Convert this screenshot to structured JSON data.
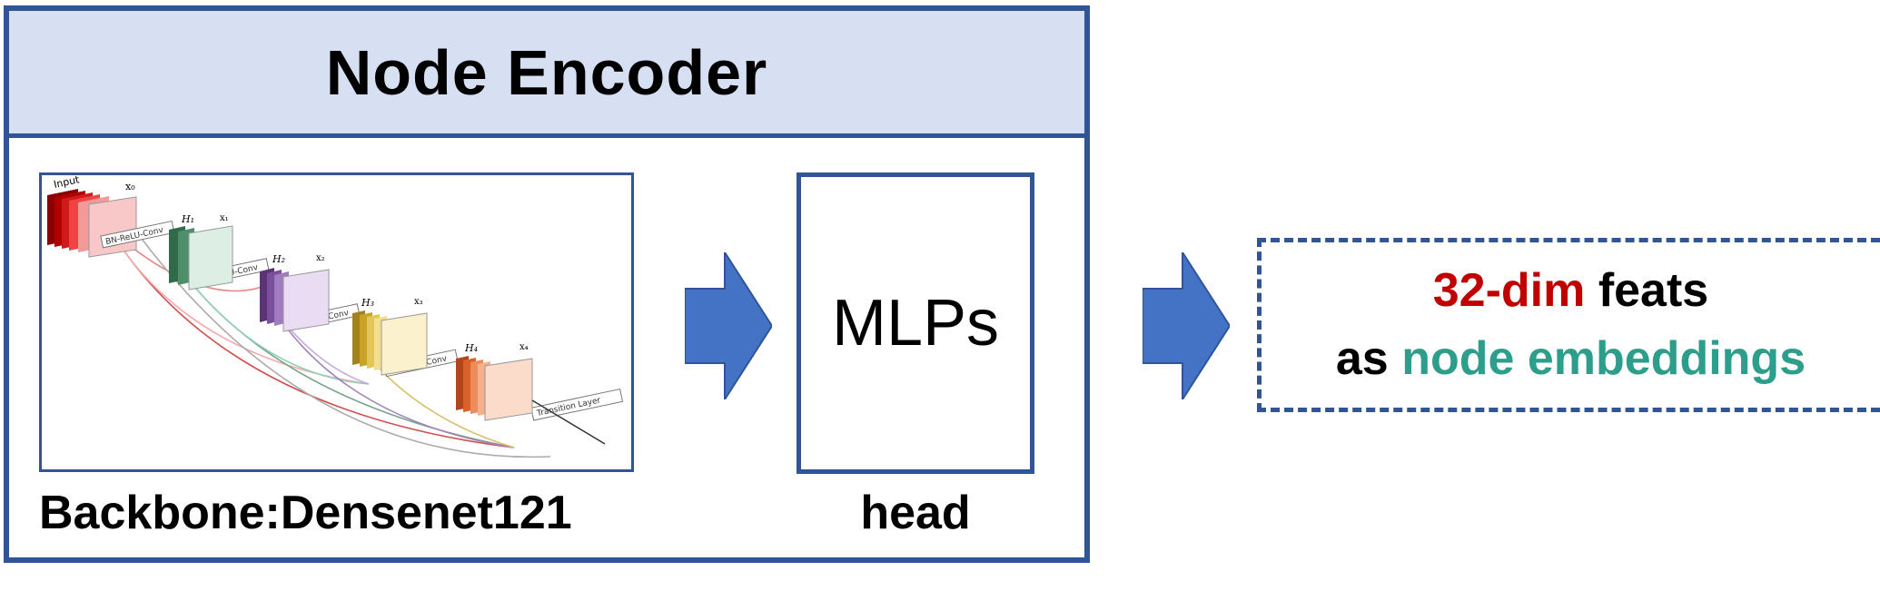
{
  "encoder": {
    "title": "Node Encoder"
  },
  "backbone": {
    "label": "Backbone:Densenet121",
    "figure": {
      "input_label": "Input",
      "x0": "x₀",
      "x1": "x₁",
      "x2": "x₂",
      "x3": "x₃",
      "x4": "x₄",
      "h1": "H₁",
      "h2": "H₂",
      "h3": "H₃",
      "h4": "H₄",
      "conv_label": "BN-ReLU-Conv",
      "transition_label": "Transition Layer",
      "colors": [
        "#C00000",
        "#3E7D5A",
        "#7B4F9D",
        "#C9A227",
        "#D9622B"
      ]
    }
  },
  "head": {
    "mlp_label": "MLPs",
    "label": "head"
  },
  "output": {
    "line1_highlight": "32-dim",
    "line1_rest": " feats",
    "line2_prefix": "as ",
    "line2_highlight": "node embeddings"
  },
  "colors": {
    "border": "#2F5597",
    "header_bg": "#D6E0F2",
    "arrow": "#4472C4",
    "red": "#C00000",
    "teal": "#2E9E8C"
  }
}
